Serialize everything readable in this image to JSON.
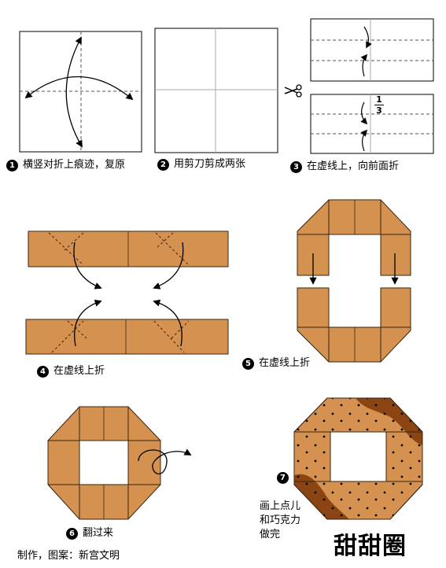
{
  "steps": [
    {
      "num": "1",
      "text": "横竖对折上痕迹，复原"
    },
    {
      "num": "2",
      "text": "用剪刀剪成两张"
    },
    {
      "num": "3",
      "text": "在虚线上，向前面折"
    },
    {
      "num": "4",
      "text": "在虚线上折"
    },
    {
      "num": "5",
      "text": "在虚线上折"
    },
    {
      "num": "6",
      "text": "翻过来"
    },
    {
      "num": "7",
      "text": ""
    }
  ],
  "step7_note": [
    "画上点儿",
    "和巧克力",
    "做完"
  ],
  "fraction": {
    "numerator": "1",
    "denominator": "3"
  },
  "credit": "制作，图案：新宫文明",
  "title": "甜甜圈",
  "icons": {
    "scissors": "scissors-icon"
  },
  "colors": {
    "paper": "#d4914f",
    "paper_stroke": "#3a2510",
    "chocolate": "#8a4512",
    "crease": "#555555"
  }
}
